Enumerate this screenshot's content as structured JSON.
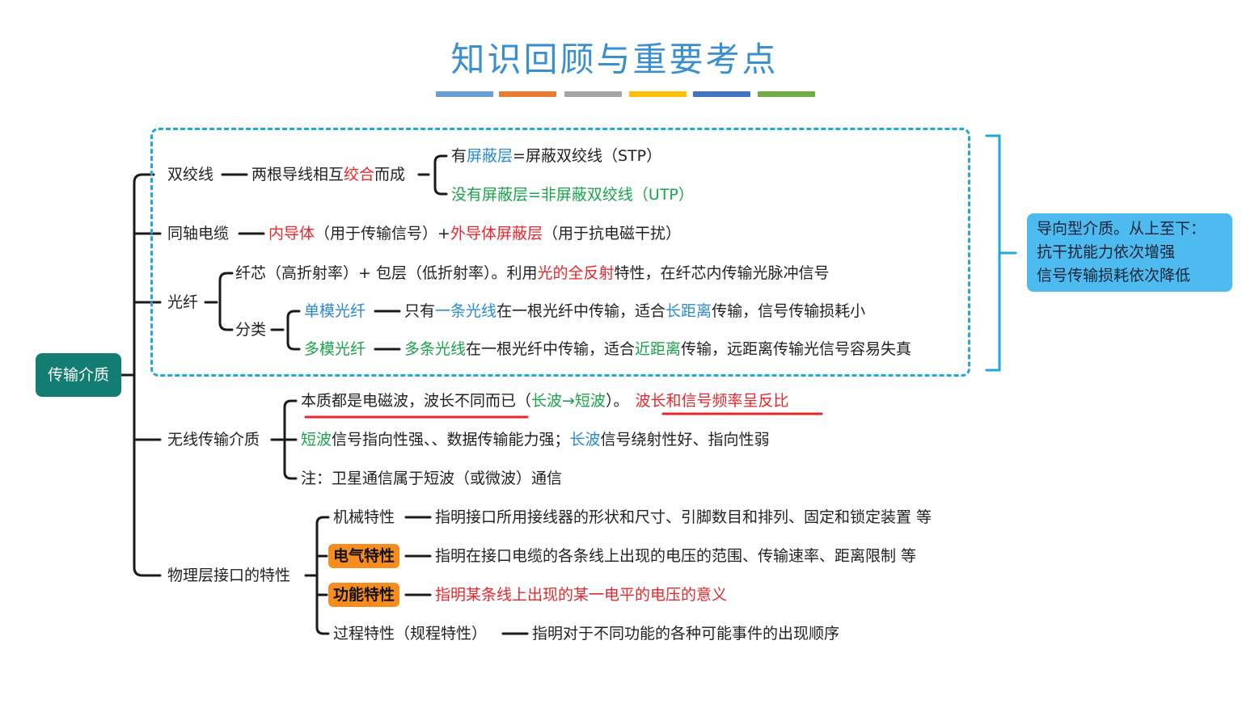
{
  "title": "知识回顾与重要考点",
  "colors": {
    "title": "#3a8fd1",
    "root_box": "#137d73",
    "dashed_frame": "#20a7dc",
    "note_box": "#4ebbf0",
    "highlight": "#f78d1f",
    "red": "#e6282d",
    "blue": "#2a8ad4",
    "green": "#1aa34a",
    "title_bars": [
      "#6a9fd6",
      "#ec7c31",
      "#a5a5a5",
      "#ffc000",
      "#4472c4",
      "#70ad47"
    ]
  },
  "root": "传输介质",
  "note": {
    "line1": "导向型介质。从上至下：",
    "line2": "抗干扰能力依次增强",
    "line3": "信号传输损耗依次降低"
  },
  "twisted_pair": {
    "label": "双绞线",
    "desc_a": "两根导线相互",
    "desc_b": "绞合",
    "desc_c": "而成",
    "stp_a": "有",
    "stp_b": "屏蔽层",
    "stp_c": "=屏蔽双绞线（STP）",
    "utp": "没有屏蔽层=非屏蔽双绞线（UTP）"
  },
  "coax": {
    "label": "同轴电缆",
    "a": "内导体",
    "b": "（用于传输信号）+",
    "c": "外导体屏蔽层",
    "d": "（用于抗电磁干扰）"
  },
  "fiber": {
    "label": "光纤",
    "core_a": "纤芯（高折射率）+ 包层（低折射率）。利用",
    "core_b": "光的全反射",
    "core_c": "特性，在纤芯内传输光脉冲信号",
    "class_label": "分类",
    "single": {
      "name": "单模光纤",
      "a": "只有",
      "b": "一条光线",
      "c": "在一根光纤中传输，适合",
      "d": "长距离",
      "e": "传输，信号传输损耗小"
    },
    "multi": {
      "name": "多模光纤",
      "a": "多条光线",
      "b": "在一根光纤中传输，适合",
      "c": "近距离",
      "d": "传输，远距离传输光信号容易失真"
    }
  },
  "wireless": {
    "label": "无线传输介质",
    "line1_a": "本质都是电磁波，波长不同而已（",
    "line1_b": "长波→短波",
    "line1_c": "）。",
    "line1_d": "波长和信号频率呈反比",
    "line2_a": "短波",
    "line2_b": "信号指向性强、、数据传输能力强；",
    "line2_c": "长波",
    "line2_d": "信号绕射性好、指向性弱",
    "line3": "注：卫星通信属于短波（或微波）通信"
  },
  "physical": {
    "label": "物理层接口的特性",
    "items": [
      {
        "name": "机械特性",
        "desc": "指明接口所用接线器的形状和尺寸、引脚数目和排列、固定和锁定装置 等"
      },
      {
        "name": "电气特性",
        "desc": "指明在接口电缆的各条线上出现的电压的范围、传输速率、距离限制 等"
      },
      {
        "name": "功能特性",
        "desc": "指明某条线上出现的某一电平的电压的意义"
      },
      {
        "name": "过程特性（规程特性）",
        "desc": "指明对于不同功能的各种可能事件的出现顺序"
      }
    ]
  }
}
